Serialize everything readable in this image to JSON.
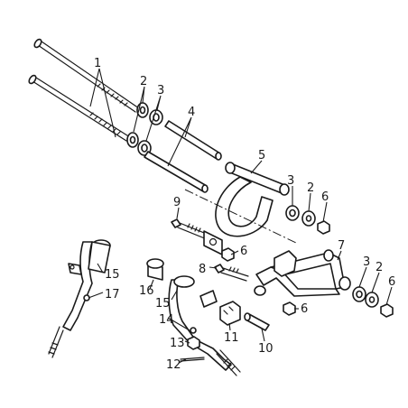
{
  "diagram": {
    "callouts": {
      "c1": "1",
      "c2a": "2",
      "c3a": "3",
      "c4": "4",
      "c5": "5",
      "c3b": "3",
      "c2b": "2",
      "c6a": "6",
      "c9": "9",
      "c6b": "6",
      "c7": "7",
      "c8": "8",
      "c3c": "3",
      "c2c": "2",
      "c6c": "6",
      "c15a": "15",
      "c17": "17",
      "c16": "16",
      "c15b": "15",
      "c14": "14",
      "c11": "11",
      "c10": "10",
      "c6d": "6",
      "c13": "13",
      "c12": "12"
    },
    "colors": {
      "line": "#1a1a1a",
      "background": "#ffffff"
    }
  }
}
